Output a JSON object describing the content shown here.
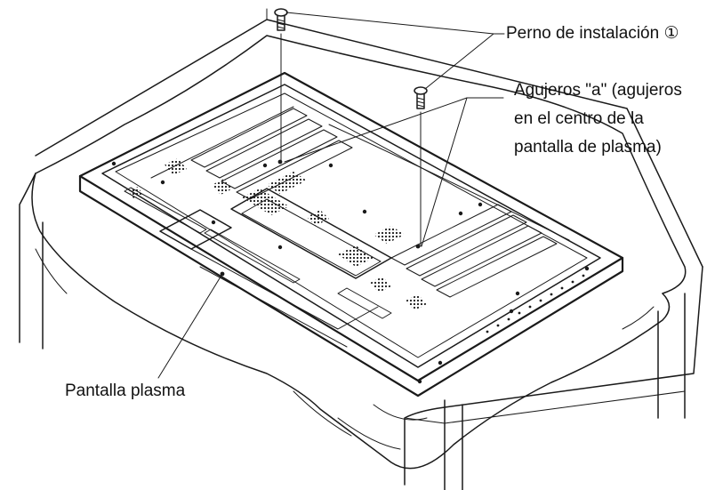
{
  "labels": {
    "bolt": "Perno de instalación ①",
    "holes_line1": "Agujeros \"a\" (agujeros",
    "holes_line2": "en el centro de la",
    "holes_line3": "pantalla de plasma)",
    "panel": "Pantalla plasma"
  }
}
